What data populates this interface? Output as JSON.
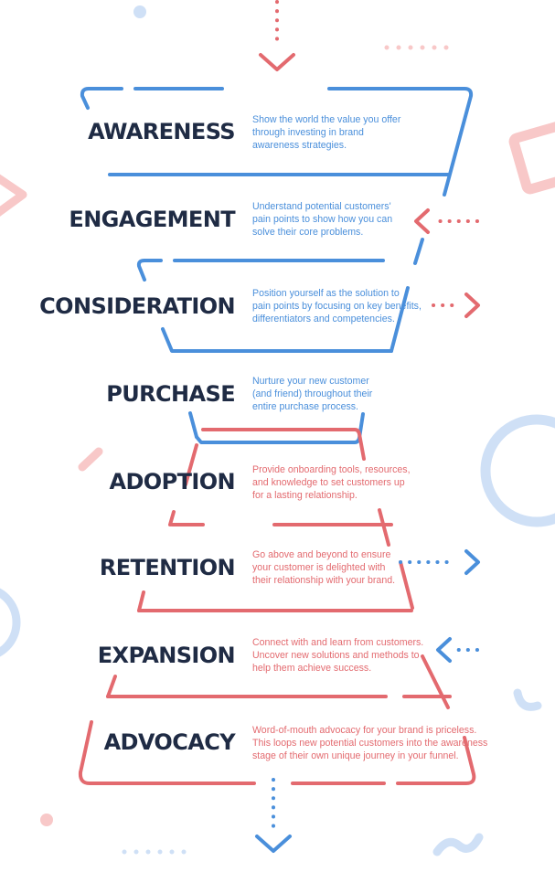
{
  "colors": {
    "blue": "#4a8fdb",
    "red": "#e36a6f",
    "navy": "#1f2b44",
    "light_blue": "#cfe0f6",
    "light_red": "#f8c8c8"
  },
  "stages": [
    {
      "name": "AWARENESS",
      "color": "blue",
      "side_arrow": "none",
      "description": [
        "Show the world the value you offer",
        "through investing in brand",
        "awareness strategies."
      ]
    },
    {
      "name": "ENGAGEMENT",
      "color": "blue",
      "side_arrow": "left",
      "description": [
        "Understand potential customers'",
        "pain points to show how you can",
        "solve their core problems."
      ]
    },
    {
      "name": "CONSIDERATION",
      "color": "blue",
      "side_arrow": "right",
      "description": [
        "Position yourself as the solution to",
        "pain points by focusing on key benefits,",
        "differentiators and competencies."
      ]
    },
    {
      "name": "PURCHASE",
      "color": "blue",
      "side_arrow": "none",
      "description": [
        "Nurture your new customer",
        "(and friend) throughout their",
        "entire purchase process."
      ]
    },
    {
      "name": "ADOPTION",
      "color": "red",
      "side_arrow": "none",
      "description": [
        "Provide onboarding tools, resources,",
        "and knowledge to set customers up",
        "for a lasting relationship."
      ]
    },
    {
      "name": "RETENTION",
      "color": "red",
      "side_arrow": "right",
      "description": [
        "Go above and beyond to ensure",
        "your customer is delighted with",
        "their relationship with your brand."
      ]
    },
    {
      "name": "EXPANSION",
      "color": "red",
      "side_arrow": "left",
      "description": [
        "Connect with and learn from customers.",
        "Uncover new solutions and methods to",
        "help them achieve success."
      ]
    },
    {
      "name": "ADVOCACY",
      "color": "red",
      "side_arrow": "none",
      "description": [
        "Word-of-mouth advocacy for your brand is priceless.",
        "This loops new potential customers into the awareness",
        "stage of their own unique journey in your funnel."
      ]
    }
  ]
}
